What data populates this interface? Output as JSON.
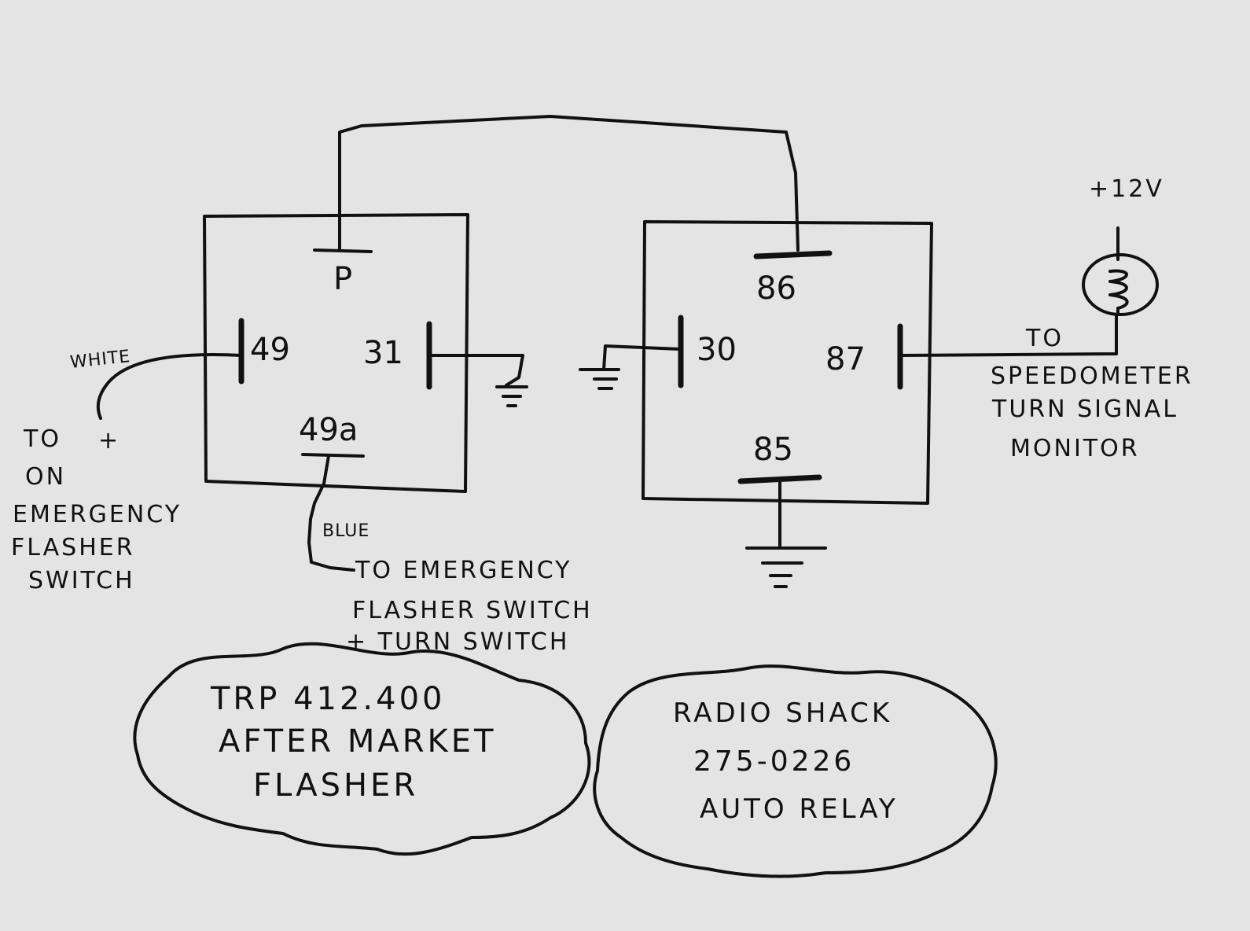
{
  "flasher": {
    "pins": {
      "p": "P",
      "p49": "49",
      "p31": "31",
      "p49a": "49a"
    },
    "wire_white": "WHITE",
    "wire_blue": "BLUE",
    "left_note": [
      "TO",
      "+",
      "ON",
      "EMERGENCY",
      "FLASHER",
      "SWITCH"
    ],
    "bottom_note": [
      "TO EMERGENCY",
      "FLASHER SWITCH",
      "+ TURN SWITCH"
    ]
  },
  "relay": {
    "pins": {
      "p86": "86",
      "p30": "30",
      "p87": "87",
      "p85": "85"
    },
    "supply": "+12V",
    "right_note": [
      "TO",
      "SPEEDOMETER",
      "TURN SIGNAL",
      "MONITOR"
    ]
  },
  "clouds": {
    "left": [
      "TRP 412.400",
      "AFTER MARKET",
      "FLASHER"
    ],
    "right": [
      "RADIO SHACK",
      "275-0226",
      "AUTO RELAY"
    ]
  },
  "colors": {
    "background": "#e4e4e4",
    "ink": "#111111"
  }
}
